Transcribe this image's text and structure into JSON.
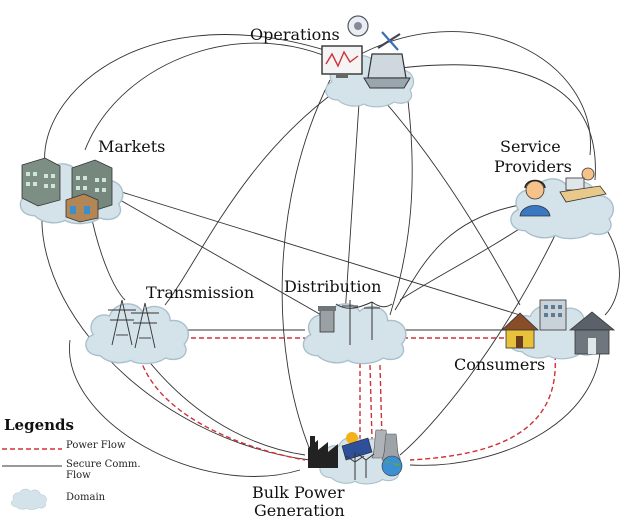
{
  "domains": {
    "operations": "Operations",
    "markets": "Markets",
    "service_providers_line1": "Service",
    "service_providers_line2": "Providers",
    "transmission": "Transmission",
    "distribution": "Distribution",
    "consumers": "Consumers",
    "bulk_line1": "Bulk Power",
    "bulk_line2": "Generation"
  },
  "legend": {
    "title": "Legends",
    "power_flow": "Power Flow",
    "secure_line1": "Secure Comm.",
    "secure_line2": "Flow",
    "domain": "Domain"
  },
  "colors": {
    "power_flow": "#d0303a",
    "comm_flow": "#333333",
    "cloud_fill": "#d4e2ea",
    "cloud_stroke": "#a9c0cc"
  },
  "icons": {
    "operations": [
      "gear-icon",
      "monitor-icon",
      "laptop-icon",
      "tools-icon"
    ],
    "markets": [
      "building-icon",
      "building-icon",
      "building-icon"
    ],
    "service_providers": [
      "headset-person-icon",
      "desk-worker-icon"
    ],
    "transmission": [
      "transmission-tower-icon"
    ],
    "distribution": [
      "substation-icon",
      "utility-pole-icon"
    ],
    "consumers": [
      "house-icon",
      "apartment-icon",
      "house-icon"
    ],
    "bulk_generation": [
      "factory-icon",
      "solar-icon",
      "cooling-tower-icon",
      "wind-turbine-icon",
      "globe-icon"
    ]
  }
}
